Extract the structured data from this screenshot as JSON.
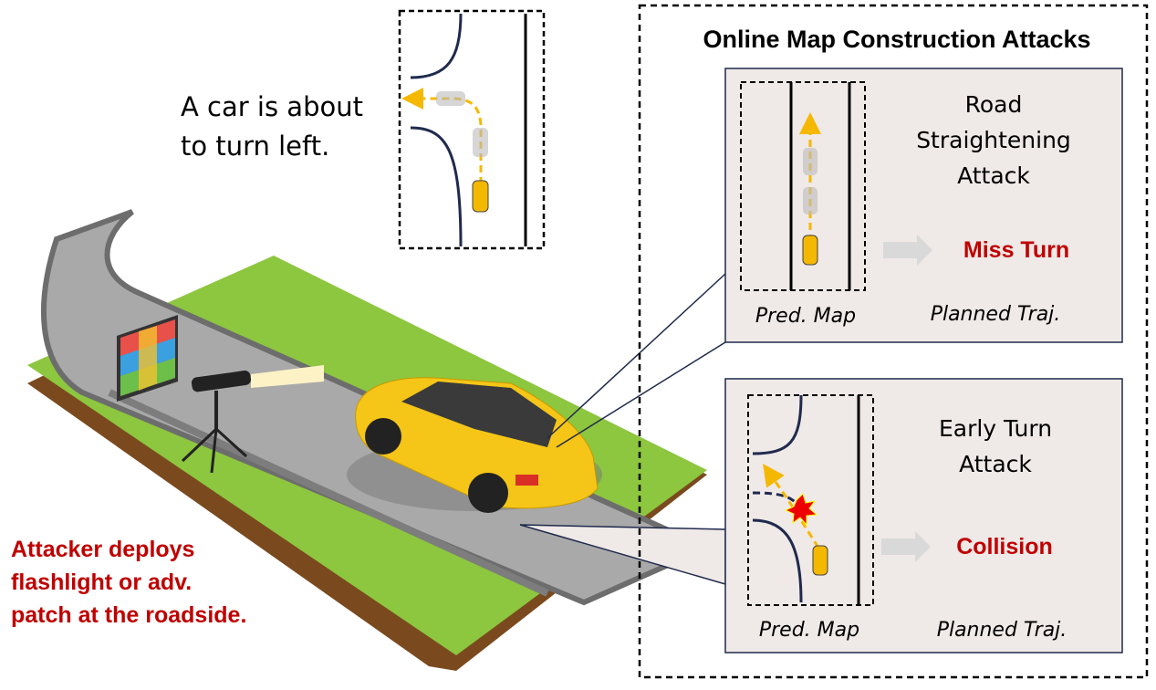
{
  "inset": {
    "caption_line1": "A car is about",
    "caption_line2": "to turn left."
  },
  "attacks": {
    "title": "Online Map Construction Attacks",
    "panels": [
      {
        "name_lines": [
          "Road",
          "Straightening",
          "Attack"
        ],
        "outcome": "Miss Turn",
        "map_label": "Pred. Map",
        "traj_label": "Planned Traj."
      },
      {
        "name_lines": [
          "Early Turn",
          "Attack"
        ],
        "outcome": "Collision",
        "map_label": "Pred. Map",
        "traj_label": "Planned Traj."
      }
    ]
  },
  "attacker": {
    "lines": [
      "Attacker deploys",
      "flashlight or adv.",
      "patch at the roadside."
    ]
  },
  "colors": {
    "red": "#c00000",
    "panel": "#efe9e7",
    "grass": "#8dc63f",
    "road": "#a6a6a6",
    "lane": "#1f2a4d",
    "traj": "#f5b800"
  }
}
